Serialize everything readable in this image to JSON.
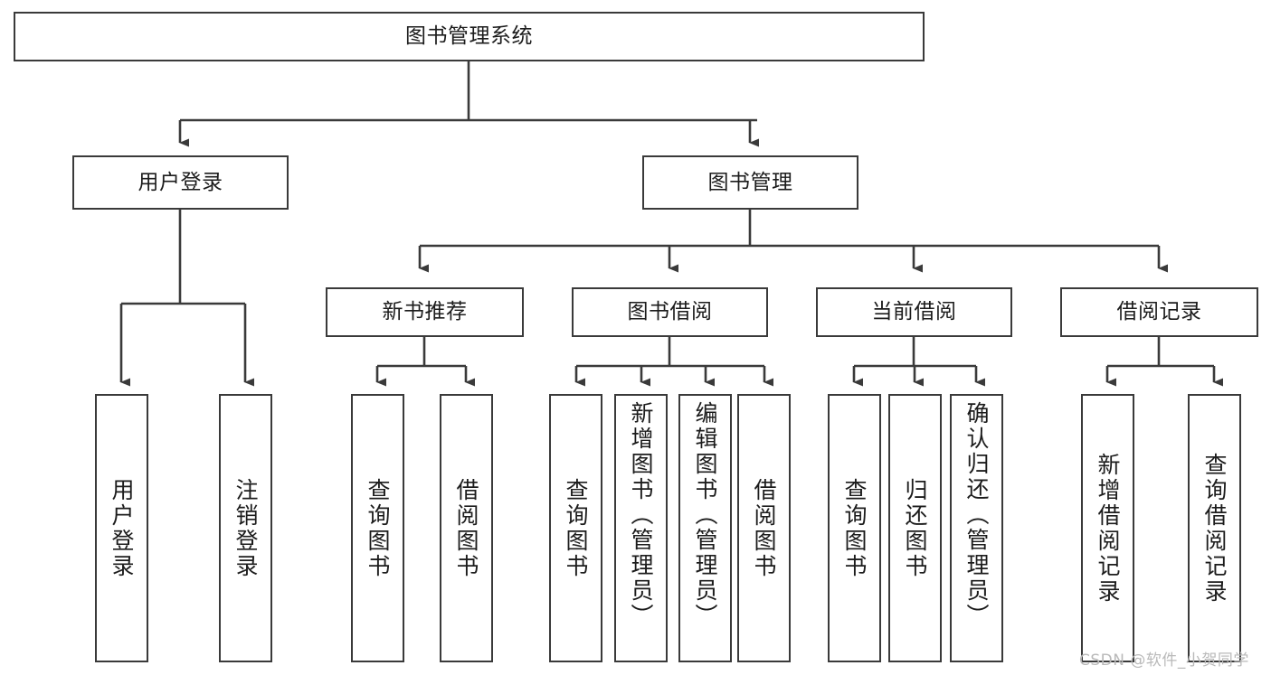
{
  "diagram": {
    "title": "图书管理系统",
    "type": "tree-hierarchy-diagram",
    "root": {
      "label": "图书管理系统"
    },
    "level2": [
      {
        "label": "用户登录"
      },
      {
        "label": "图书管理"
      }
    ],
    "level3": [
      {
        "label": "新书推荐"
      },
      {
        "label": "图书借阅"
      },
      {
        "label": "当前借阅"
      },
      {
        "label": "借阅记录"
      }
    ],
    "leaves": {
      "user_login": [
        {
          "label": "用户登录"
        },
        {
          "label": "注销登录"
        }
      ],
      "new_book_recommend": [
        {
          "label": "查询图书"
        },
        {
          "label": "借阅图书"
        }
      ],
      "book_borrow": [
        {
          "label": "查询图书"
        },
        {
          "label": "新增图书（管理员）"
        },
        {
          "label": "编辑图书（管理员）"
        },
        {
          "label": "借阅图书"
        }
      ],
      "current_borrow": [
        {
          "label": "查询图书"
        },
        {
          "label": "归还图书"
        },
        {
          "label": "确认归还（管理员）"
        }
      ],
      "borrow_record": [
        {
          "label": "新增借阅记录"
        },
        {
          "label": "查询借阅记录"
        }
      ]
    }
  },
  "watermark": {
    "text": "CSDN @软件_小贺同学"
  },
  "colors": {
    "border": "#3a3a3a",
    "background": "#ffffff",
    "text": "#1c1c1c",
    "watermark": "#b9b9b9"
  }
}
